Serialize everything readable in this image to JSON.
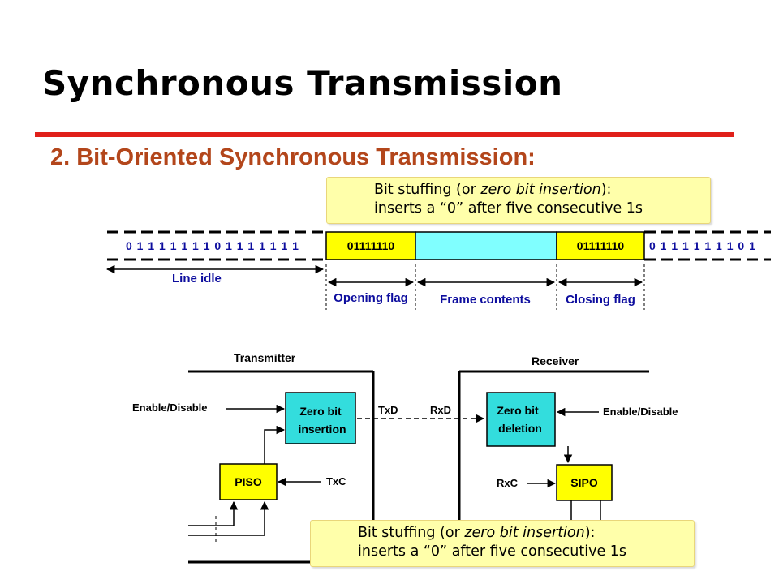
{
  "title": "Synchronous Transmission",
  "subtitle": "2. Bit-Oriented Synchronous Transmission:",
  "callout": {
    "prefix": "Bit stuffing (or ",
    "emph": "zero bit insertion",
    "suffix": "):",
    "line2": "inserts a “0” after five consecutive 1s"
  },
  "frame": {
    "idle_bits": "0 1 1 1 1 1 1 1 0 1 1 1 1 1 1 1",
    "opening_flag_bits": "01111110",
    "closing_flag_bits": "01111110",
    "trailing_bits": "0 1 1 1 1 1 1 1 0 1",
    "line_idle_label": "Line idle",
    "opening_flag_label": "Opening flag",
    "frame_contents_label": "Frame contents",
    "closing_flag_label": "Closing flag"
  },
  "circuit": {
    "transmitter_label": "Transmitter",
    "receiver_label": "Receiver",
    "tx_enable_label": "Enable/Disable",
    "rx_enable_label": "Enable/Disable",
    "zero_insert_line1": "Zero bit",
    "zero_insert_line2": "insertion",
    "zero_delete_line1": "Zero bit",
    "zero_delete_line2": "deletion",
    "piso_label": "PISO",
    "sipo_label": "SIPO",
    "txd_label": "TxD",
    "rxd_label": "RxD",
    "txc_label": "TxC",
    "rxc_label": "RxC"
  },
  "colors": {
    "flag_fill": "#ffff00",
    "frame_fill": "#80ffff",
    "logic_block_fill": "#33dddd",
    "shift_block_fill": "#ffff00",
    "label_blue": "#0d0d9e",
    "accent_red": "#e0201a",
    "callout_fill": "#ffffaa"
  }
}
